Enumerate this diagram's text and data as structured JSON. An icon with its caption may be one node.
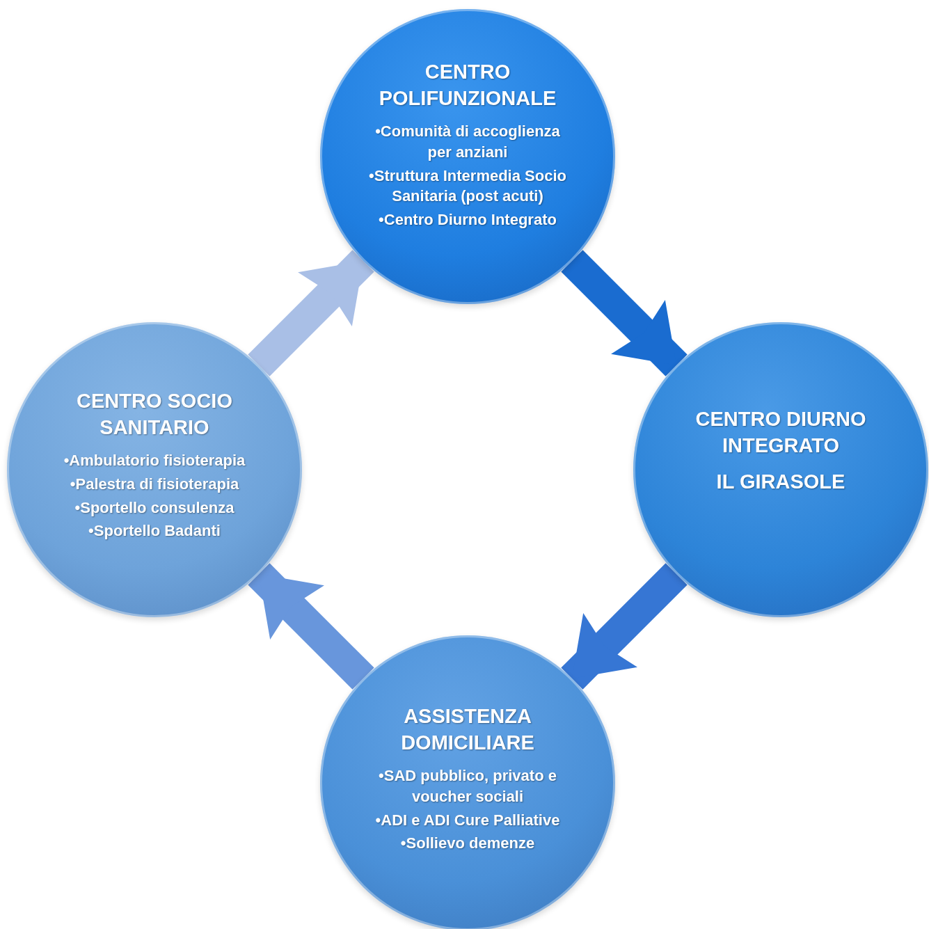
{
  "diagram": {
    "nodes": [
      {
        "text": [
          "CENTRO POLIFUNZIONALE",
          "•Comunità di accoglienza per anziani",
          "•Struttura Intermedia Socio Sanitaria (post acuti)",
          "•Centro Diurno Integrato"
        ]
      },
      {
        "text": [
          "CENTRO DIURNO INTEGRATO",
          "IL GIRASOLE"
        ]
      },
      {
        "text": [
          "ASSISTENZA DOMICILIARE",
          "•SAD pubblico, privato e voucher sociali",
          "•ADI e ADI Cure Palliative",
          "•Sollievo demenze"
        ]
      },
      {
        "text": [
          "CENTRO SOCIO SANITARIO",
          "•Ambulatorio fisioterapia",
          "•Palestra di fisioterapia",
          "•Sportello consulenza",
          "•Sportello Badanti"
        ]
      }
    ],
    "edges": [
      {
        "from": 0,
        "to": 1,
        "arrow": "to",
        "color": "#1a6cd0"
      },
      {
        "from": 1,
        "to": 2,
        "arrow": "to",
        "color": "#3676d4"
      },
      {
        "from": 2,
        "to": 3,
        "arrow": "to",
        "color": "#6896dc"
      },
      {
        "from": 3,
        "to": 0,
        "arrow": "to",
        "color": "#a9bfe6"
      }
    ]
  }
}
